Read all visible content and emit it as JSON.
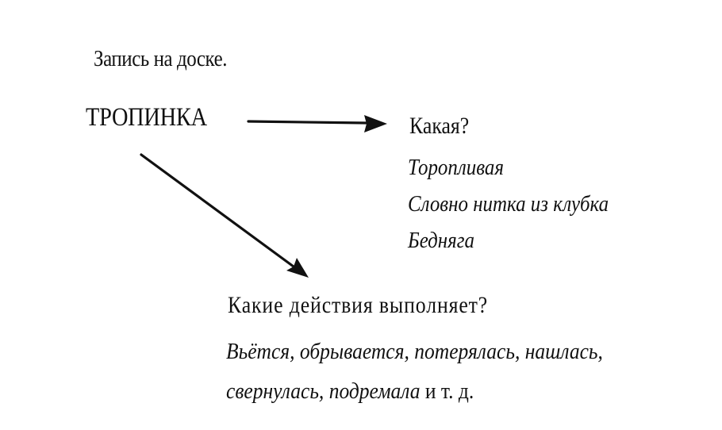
{
  "heading": "Запись на доске.",
  "main_word": "ТРОПИНКА",
  "branch_what": {
    "question": "Какая?",
    "answers": [
      "Торопливая",
      "Словно нитка из клубка",
      "Бедняга"
    ]
  },
  "branch_actions": {
    "question": "Какие действия выполняет?",
    "answer_line1": "Вьётся, обрывается, потерялась, нашлась,",
    "answer_line2": "свернулась, подремала",
    "answer_tail": " и т. д."
  }
}
